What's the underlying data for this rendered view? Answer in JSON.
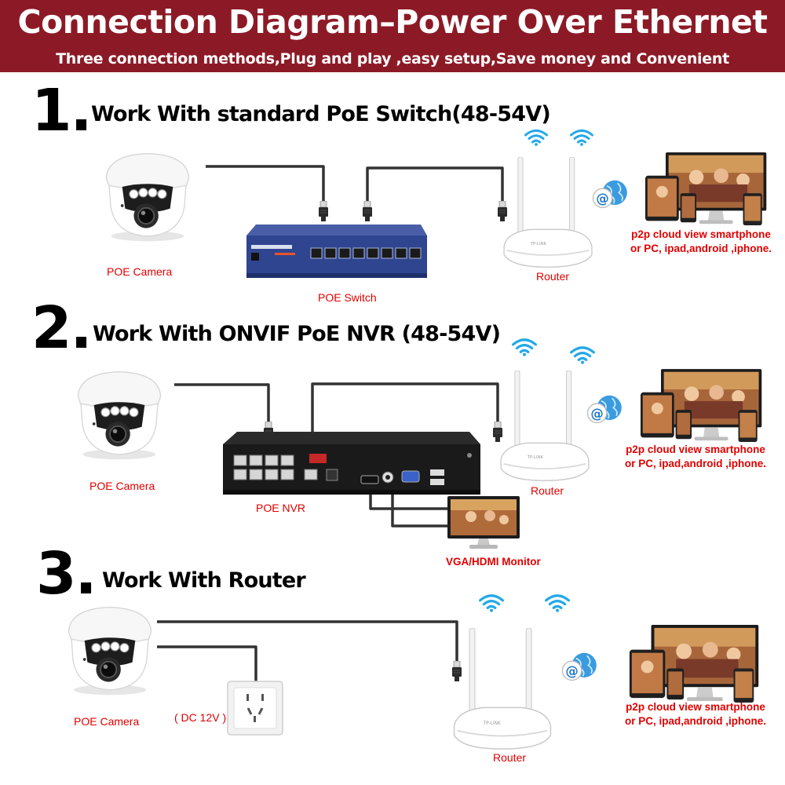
{
  "header": {
    "title": "Connection Diagram–Power Over Ethernet",
    "subtitle": "Three connection methods,Plug and play ,easy setup,Save money and Convenient"
  },
  "colors": {
    "banner": "#8c1a26",
    "label_red": "#e00000",
    "wifi_blue": "#22a8e8",
    "cable": "#333333"
  },
  "sections": [
    {
      "number": "1.",
      "title": "Work With standard PoE Switch(48-54V)",
      "camera_label": "POE Camera",
      "hub_label": "POE Switch",
      "router_label": "Router",
      "cloud_label_line1": "p2p cloud view smartphone",
      "cloud_label_line2": "or PC, ipad,android ,iphone."
    },
    {
      "number": "2.",
      "title": "Work With ONVIF PoE NVR (48-54V)",
      "camera_label": "POE Camera",
      "hub_label": "POE NVR",
      "router_label": "Router",
      "monitor_label": "VGA/HDMI Monitor",
      "cloud_label_line1": "p2p cloud view smartphone",
      "cloud_label_line2": "or PC, ipad,android ,iphone."
    },
    {
      "number": "3.",
      "title": "Work With Router",
      "camera_label": "POE Camera",
      "power_label": "( DC 12V )",
      "router_label": "Router",
      "cloud_label_line1": "p2p cloud view smartphone",
      "cloud_label_line2": "or PC, ipad,android ,iphone."
    }
  ],
  "icons": {
    "camera": "dome-camera-icon",
    "switch": "poe-switch-icon",
    "nvr": "nvr-recorder-icon",
    "router": "wifi-router-icon",
    "wifi": "wifi-signal-icon",
    "internet": "globe-at-icon",
    "devices": "multi-device-icon",
    "monitor": "monitor-icon",
    "outlet": "power-outlet-icon"
  }
}
